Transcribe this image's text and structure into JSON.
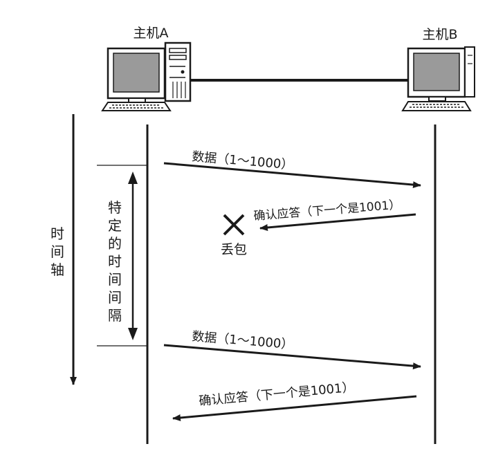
{
  "hosts": {
    "a": {
      "label": "主机A"
    },
    "b": {
      "label": "主机B"
    }
  },
  "timeline": {
    "time_axis_label": [
      "时",
      "间",
      "轴"
    ],
    "interval_label": [
      "特",
      "定",
      "的",
      "时",
      "间",
      "间",
      "隔"
    ]
  },
  "messages": [
    {
      "label": "数据（1～1000）",
      "direction": "A→B"
    },
    {
      "label": "确认应答（下一个是1001）",
      "direction": "B→A",
      "lost": true
    },
    {
      "label": "数据（1～1000）",
      "direction": "A→B"
    },
    {
      "label": "确认应答（下一个是1001）",
      "direction": "B→A"
    }
  ],
  "loss": {
    "label": "丢包",
    "icon": "cross-icon"
  },
  "colors": {
    "ink": "#1a1a1a",
    "screen": "#9a9a9a"
  }
}
